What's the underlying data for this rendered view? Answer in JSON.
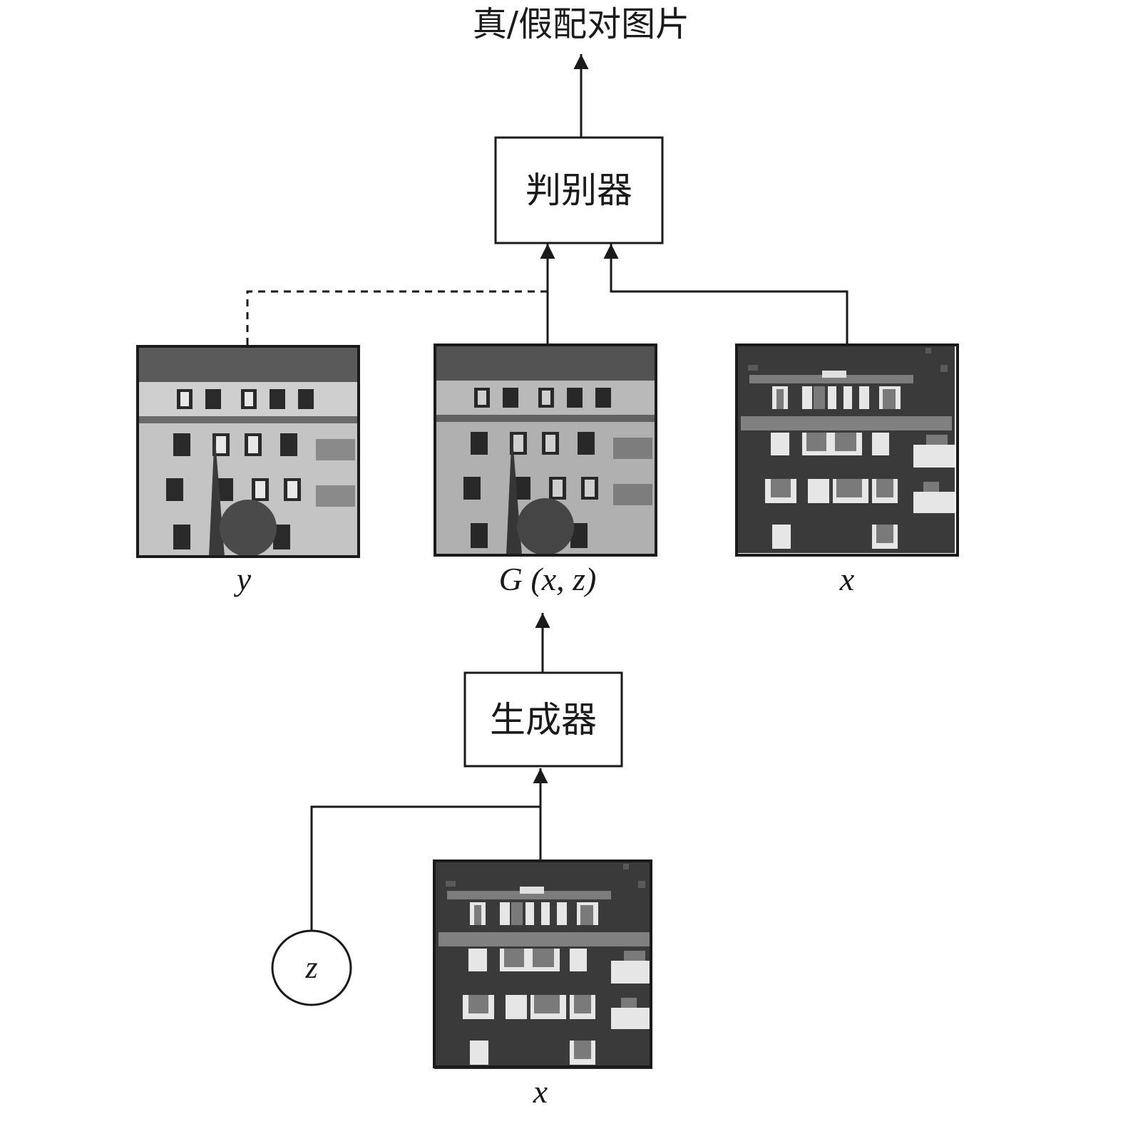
{
  "top_output_label": "真/假配对图片",
  "discriminator_label": "判别器",
  "generator_label": "生成器",
  "images": {
    "real_label": "y",
    "generated_label": "G (x, z)",
    "input_label": "x",
    "bottom_input_label": "x"
  },
  "noise_label": "z",
  "colors": {
    "ink": "#1a1a1a",
    "label_map_bg": "#3a3a3a",
    "photo_dark": "#2a2a2a"
  }
}
